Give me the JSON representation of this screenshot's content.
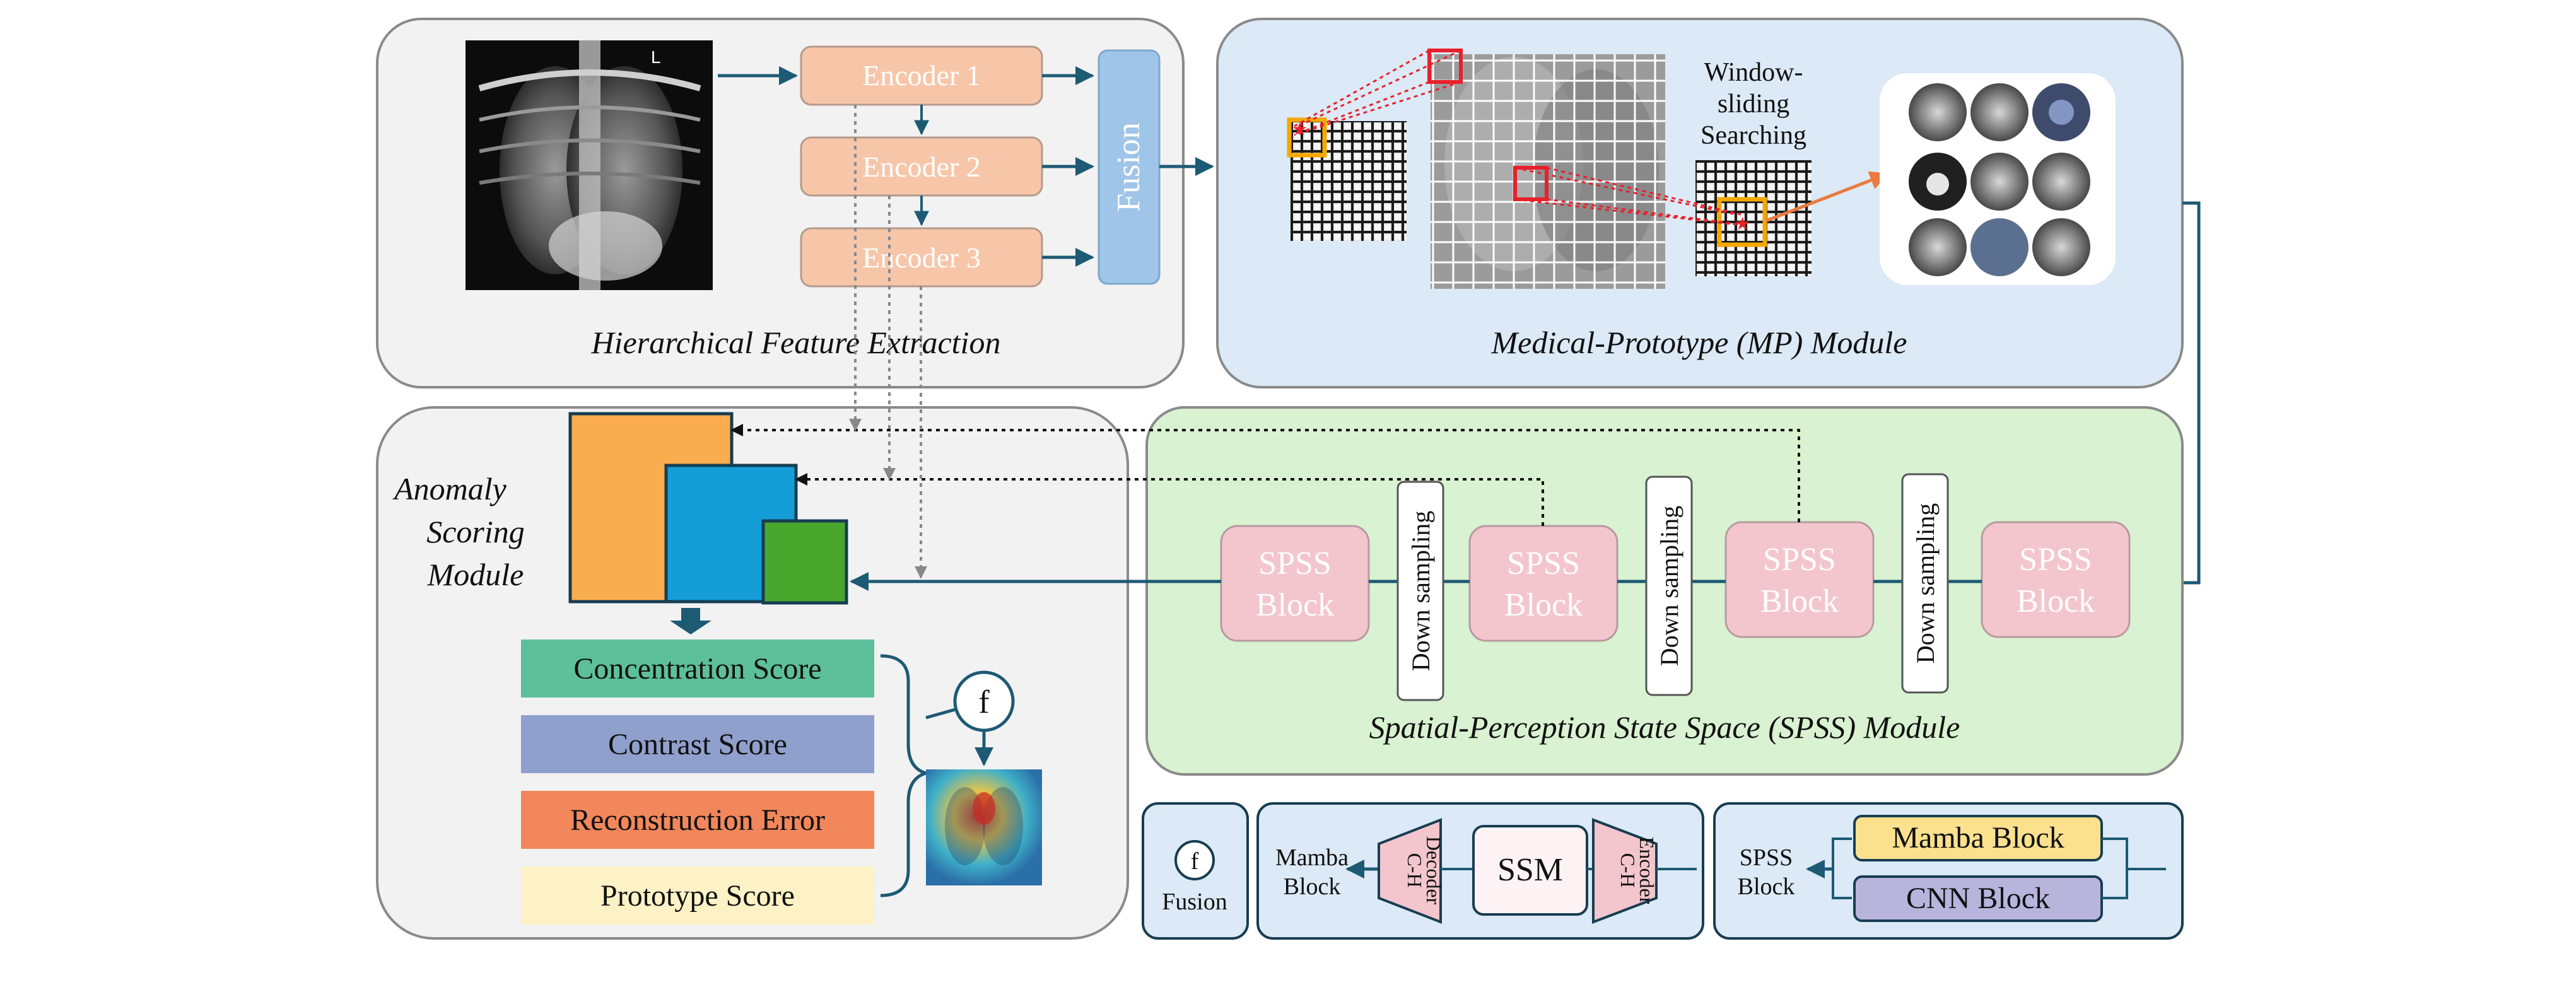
{
  "hfe": {
    "title": "Hierarchical Feature Extraction",
    "xray_marker": "L",
    "encoders": [
      "Encoder 1",
      "Encoder 2",
      "Encoder 3"
    ],
    "fusion": "Fusion"
  },
  "mp": {
    "title": "Medical-Prototype (MP) Module",
    "window_lines": [
      "Window-",
      "sliding",
      "Searching"
    ]
  },
  "spss": {
    "title": "Spatial-Perception State Space (SPSS) Module",
    "block_lines": [
      "SPSS",
      "Block"
    ],
    "downsampling": "Down sampling"
  },
  "asm": {
    "title_lines": [
      "Anomaly",
      "Scoring",
      "Module"
    ],
    "scores": [
      {
        "label": "Concentration Score",
        "color": "#5dbf9b"
      },
      {
        "label": "Contrast Score",
        "color": "#8fa0cc"
      },
      {
        "label": "Reconstruction Error",
        "color": "#f2875c"
      },
      {
        "label": "Prototype Score",
        "color": "#fdf2c6"
      }
    ],
    "fusion_symbol": "f",
    "feature_colors": [
      "#f9ad4e",
      "#149dd6",
      "#4aa72e"
    ]
  },
  "legend": {
    "fusion_symbol": "f",
    "fusion_label": "Fusion",
    "mamba_lines": [
      "Mamba",
      "Block"
    ],
    "decoder_lines": [
      "C-H",
      "Decoder"
    ],
    "ssm": "SSM",
    "encoder_lines": [
      "C-H",
      "Encoder"
    ],
    "spss_lines": [
      "SPSS",
      "Block"
    ],
    "mamba_block": "Mamba Block",
    "cnn_block": "CNN Block"
  },
  "colors": {
    "panel_gray": "#f2f2f2",
    "panel_blue": "#dce9f6",
    "panel_green": "#d9f2d1",
    "encoder": "#f7c6a9",
    "fusion": "#9fc5e8",
    "spss_block": "#f3c6cd",
    "arrow": "#1d5a74",
    "highlight_red": "#e8202a",
    "highlight_orange": "#f5a800",
    "mamba_fill": "#fbe08e",
    "cnn_fill": "#b9b4dc"
  }
}
